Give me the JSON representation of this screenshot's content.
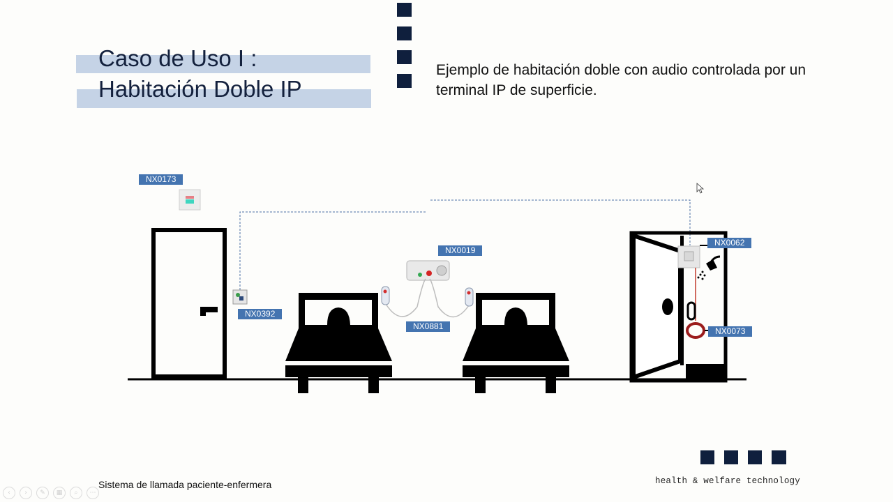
{
  "title": {
    "line1": "Caso de Uso I :",
    "line2": "Habitación Doble IP"
  },
  "description": "Ejemplo de habitación doble con audio controlada por un terminal IP de superficie.",
  "devices": {
    "nx0173": "NX0173",
    "nx0392": "NX0392",
    "nx0019": "NX0019",
    "nx0881": "NX0881",
    "nx0062": "NX0062",
    "nx0073": "NX0073"
  },
  "footer": {
    "left": "Sistema de llamada paciente-enfermera",
    "right": "health & welfare technology"
  },
  "toolbar": {
    "buttons": [
      {
        "name": "previous-slide-icon",
        "glyph": "‹"
      },
      {
        "name": "next-slide-icon",
        "glyph": "›"
      },
      {
        "name": "pen-icon",
        "glyph": "✎"
      },
      {
        "name": "slides-grid-icon",
        "glyph": "▦"
      },
      {
        "name": "zoom-icon",
        "glyph": "⌕"
      },
      {
        "name": "more-options-icon",
        "glyph": "⋯"
      }
    ]
  },
  "colors": {
    "navy": "#0f1f3d",
    "label_blue": "#4474b0",
    "title_band": "#c5d3e6"
  }
}
